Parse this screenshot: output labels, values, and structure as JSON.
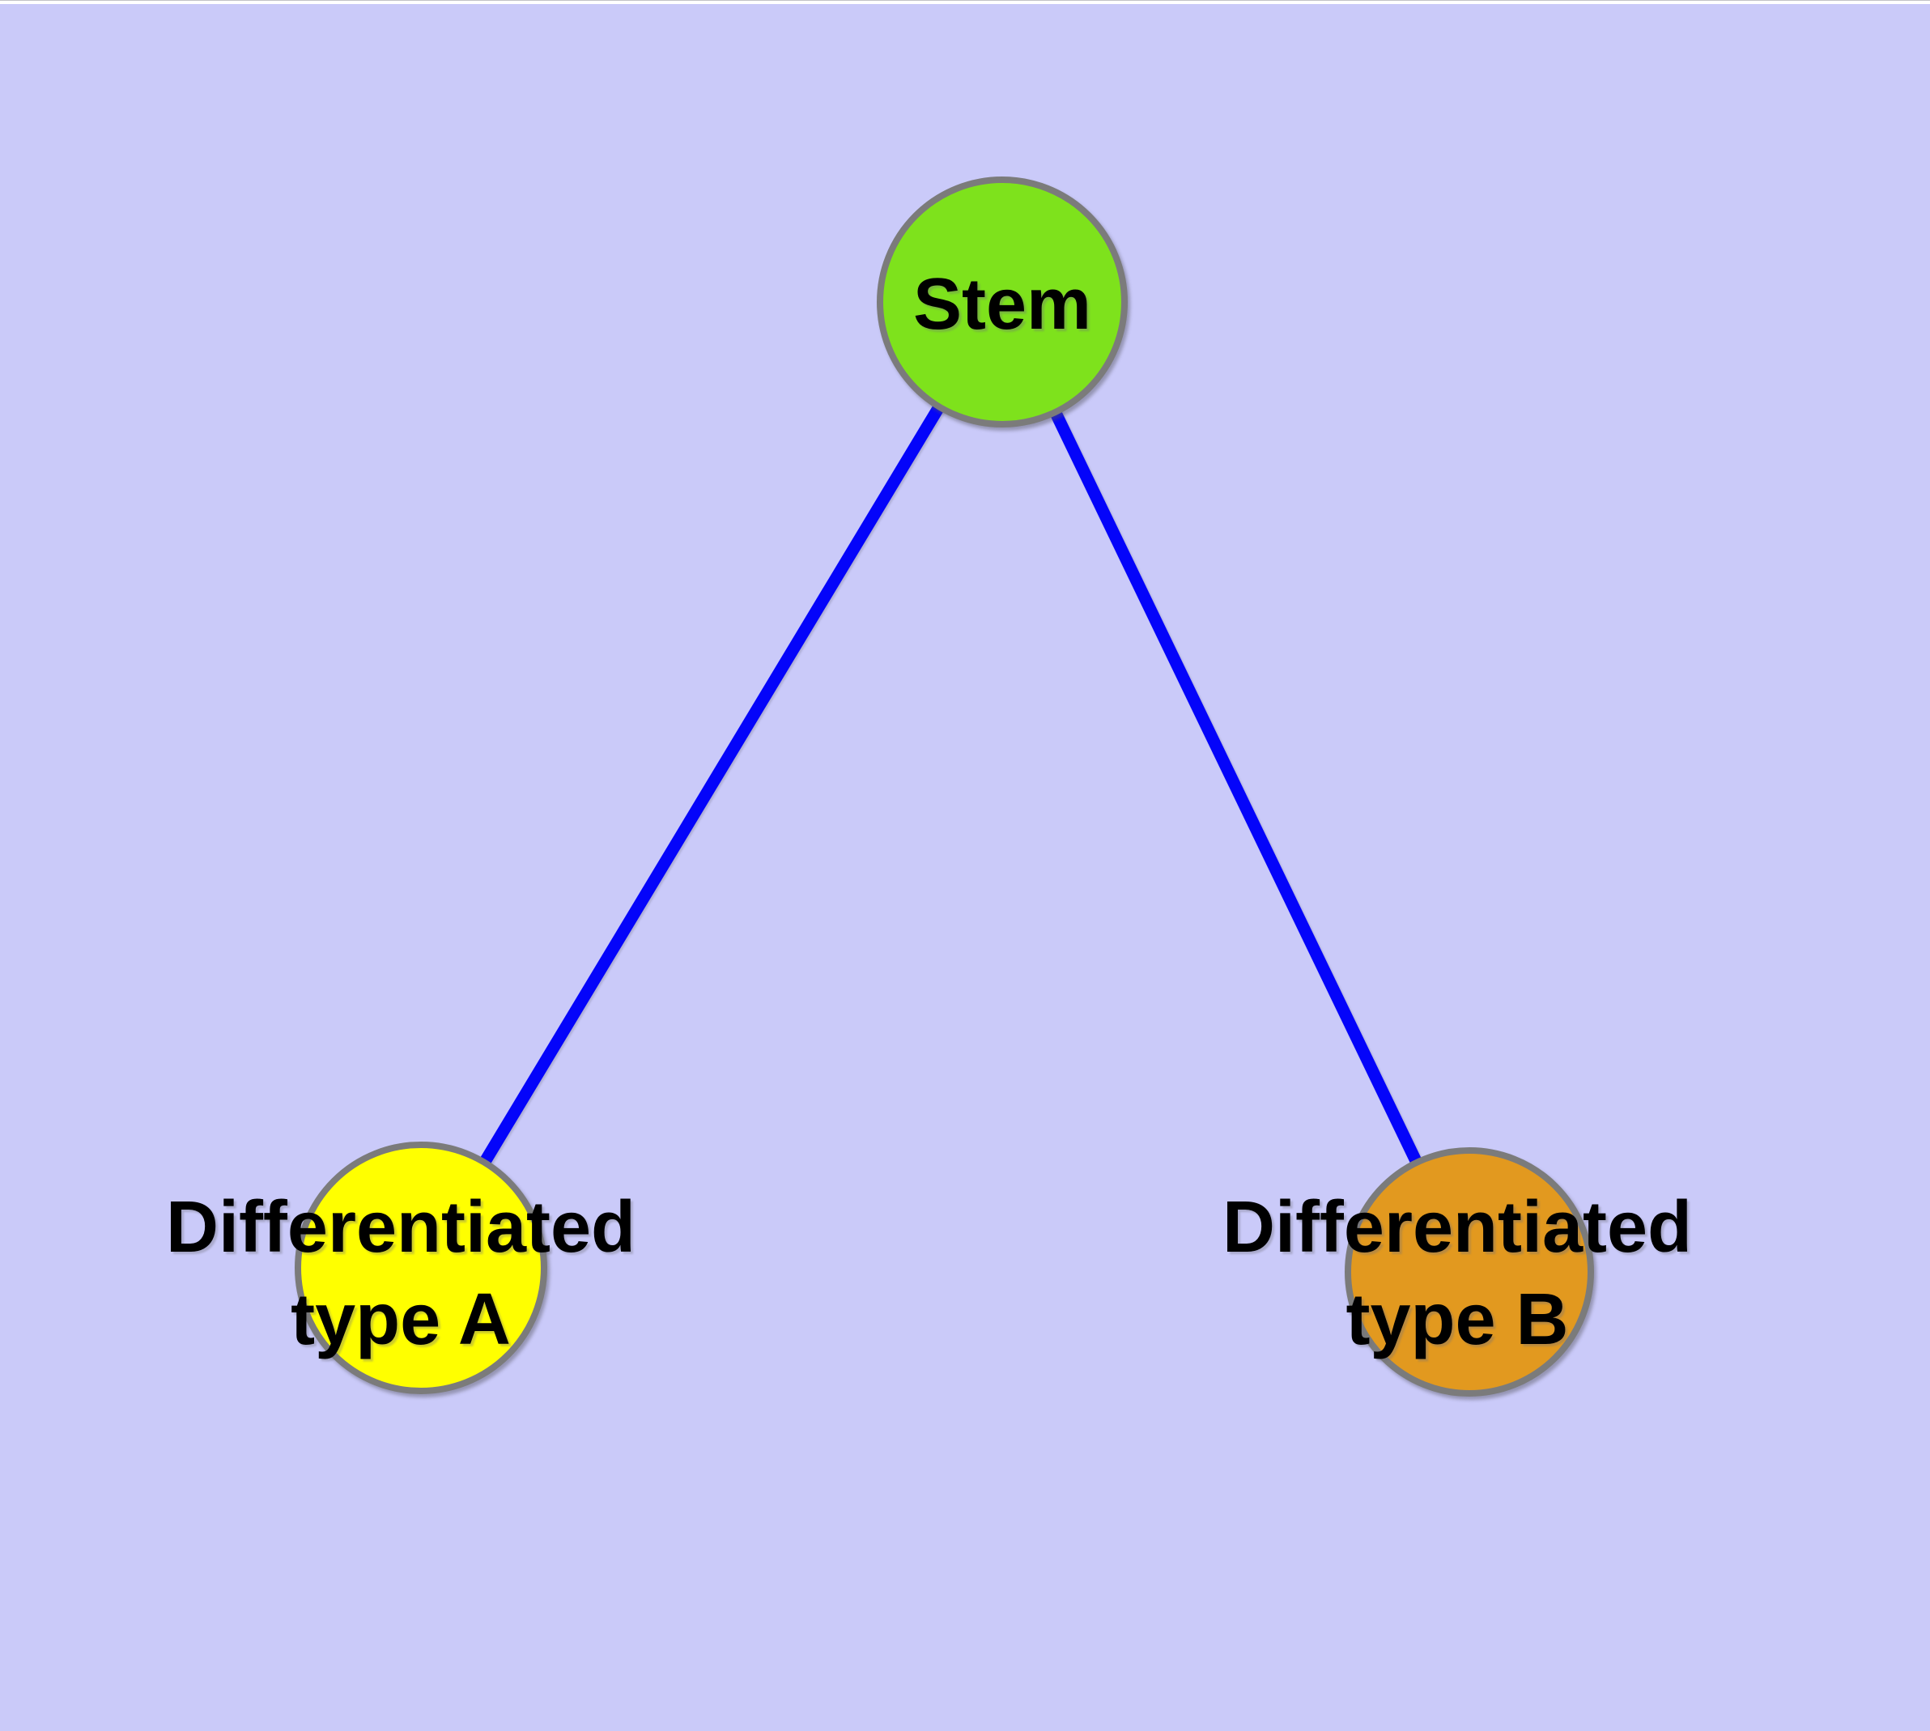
{
  "diagram": {
    "background_color": "#cacaf9",
    "top_margin_color": "#ffffff",
    "edge_color": "#0404fa",
    "node_border_color": "#7b7b7b",
    "text_color": "#000000",
    "nodes": [
      {
        "id": "stem",
        "label": "Stem",
        "fill": "#7ee21c"
      },
      {
        "id": "type_a",
        "label_line1": "Differentiated",
        "label_line2": "type A",
        "fill": "#ffff00"
      },
      {
        "id": "type_b",
        "label_line1": "Differentiated",
        "label_line2": "type B",
        "fill": "#e2991f"
      }
    ],
    "edges": [
      {
        "from": "stem",
        "to": "type_a"
      },
      {
        "from": "stem",
        "to": "type_b"
      }
    ]
  }
}
